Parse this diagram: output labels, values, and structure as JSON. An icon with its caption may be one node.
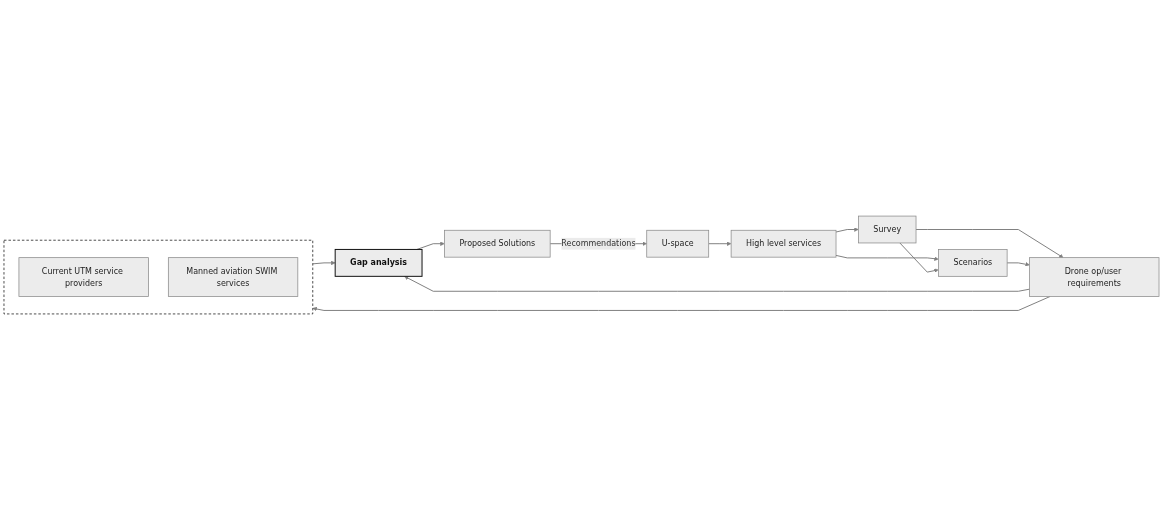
{
  "diagram": {
    "nodes": [
      {
        "text": [
          "U-space"
        ]
      },
      {
        "text": [
          "High level services"
        ]
      },
      {
        "text": [
          "Survey"
        ]
      },
      {
        "text": [
          "Scenarios"
        ]
      },
      {
        "text": [
          "Drone op/user requirements"
        ]
      },
      {
        "text": [
          "Gap analysis"
        ]
      },
      {
        "text": [
          "Proposed Solutions"
        ]
      },
      {
        "text": [],
        "shape": "box"
      },
      {
        "text": [
          "Current UTM service providers"
        ],
        "in": 7
      },
      {
        "text": [
          "Manned aviation SWIM services"
        ],
        "in": 7
      }
    ],
    "edges": [
      {
        "from": 0,
        "to": 1,
        "arrow": "to"
      },
      {
        "from": 1,
        "to": 2,
        "arrow": "to"
      },
      {
        "from": 1,
        "to": 3,
        "arrow": "to"
      },
      {
        "from": 2,
        "to": 3,
        "arrow": "to"
      },
      {
        "from": 2,
        "to": 4,
        "arrow": "to"
      },
      {
        "from": 3,
        "to": 4,
        "arrow": "to"
      },
      {
        "from": 4,
        "to": 5,
        "arrow": "to"
      },
      {
        "from": 5,
        "to": 6,
        "arrow": "to"
      },
      {
        "from": 6,
        "to": 0,
        "label": "Recommendations",
        "arrow": "to"
      },
      {
        "from": 4,
        "to": 7,
        "arrow": "to"
      },
      {
        "from": 7,
        "to": 5,
        "arrow": "to"
      }
    ]
  }
}
